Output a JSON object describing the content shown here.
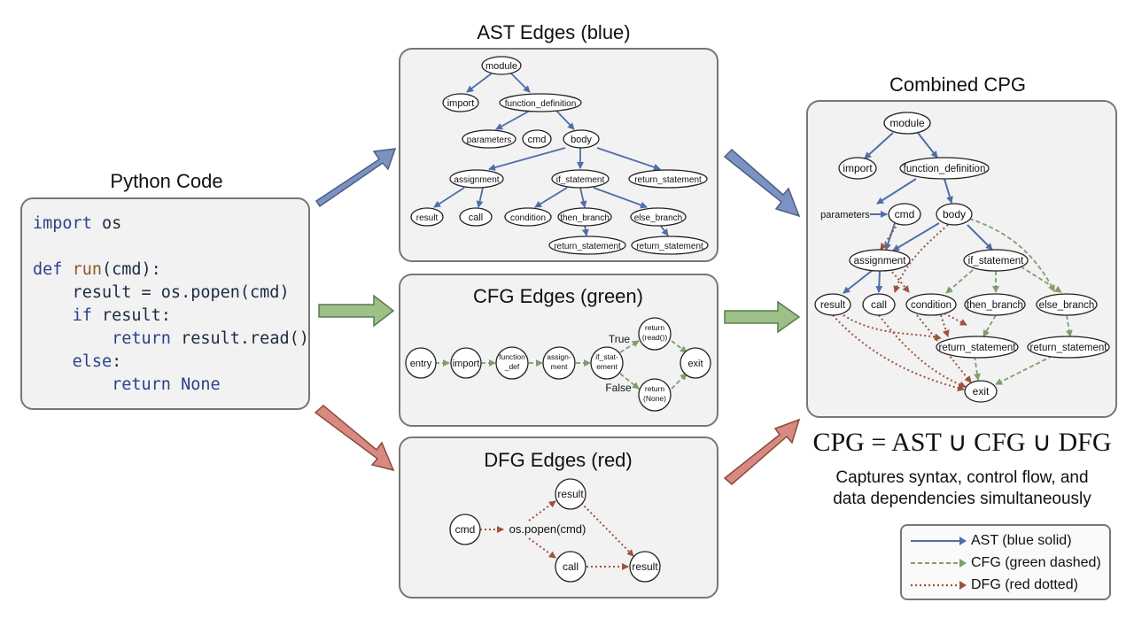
{
  "python_panel": {
    "title": "Python Code",
    "code_lines": [
      "import os",
      "",
      "def run(cmd):",
      "    result = os.popen(cmd)",
      "    if result:",
      "        return result.read()",
      "    else:",
      "        return None"
    ]
  },
  "ast_panel": {
    "title": "AST Edges (blue)",
    "nodes": {
      "module": "module",
      "import": "import",
      "function_definition": "function_definition",
      "parameters": "parameters",
      "cmd": "cmd",
      "body": "body",
      "assignment": "assignment",
      "if_statement": "if_statement",
      "return_statement": "return_statement",
      "result": "result",
      "call": "call",
      "condition": "condition",
      "then_branch": "then_branch",
      "else_branch": "else_branch",
      "then_return": "return_statement",
      "else_return": "return_statement"
    }
  },
  "cfg_panel": {
    "title": "CFG Edges (green)",
    "nodes": {
      "entry": "entry",
      "import": "import",
      "function_def": [
        "function",
        "_def"
      ],
      "assignment": [
        "assign-",
        "ment"
      ],
      "if_statement": [
        "if_stat-",
        "ement"
      ],
      "return_read": [
        "return",
        "(read())"
      ],
      "return_none": [
        "return",
        "(None)"
      ],
      "exit": "exit"
    },
    "true_label": "True",
    "false_label": "False"
  },
  "dfg_panel": {
    "title": "DFG Edges (red)",
    "nodes": {
      "cmd": "cmd",
      "popen": "os.popen(cmd)",
      "result_top": "result",
      "call": "call",
      "result_bottom": "result"
    }
  },
  "combined_panel": {
    "title": "Combined CPG",
    "nodes": {
      "module": "module",
      "import": "import",
      "function_definition": "function_definition",
      "parameters": "parameters",
      "cmd": "cmd",
      "body": "body",
      "assignment": "assignment",
      "if_statement": "if_statement",
      "result": "result",
      "call": "call",
      "condition": "condition",
      "then_branch": "then_branch",
      "else_branch": "else_branch",
      "then_return": "return_statement",
      "else_return": "return_statement",
      "exit": "exit"
    }
  },
  "formula": "CPG = AST ∪ CFG ∪ DFG",
  "caption": [
    "Captures syntax, control flow, and",
    "data dependencies simultaneously"
  ],
  "legend": [
    {
      "label": "AST (blue solid)",
      "color": "#4f6ea8",
      "style": "solid"
    },
    {
      "label": "CFG (green dashed)",
      "color": "#7f9e6a",
      "style": "dashed"
    },
    {
      "label": "DFG (red dotted)",
      "color": "#a0523a",
      "style": "dotted"
    }
  ],
  "colors": {
    "ast": "#4f6ea8",
    "cfg": "#7f9e6a",
    "dfg": "#a0523a",
    "arrow_blue": "#7b93c4",
    "arrow_green": "#9cc088",
    "arrow_red": "#d98a80"
  }
}
